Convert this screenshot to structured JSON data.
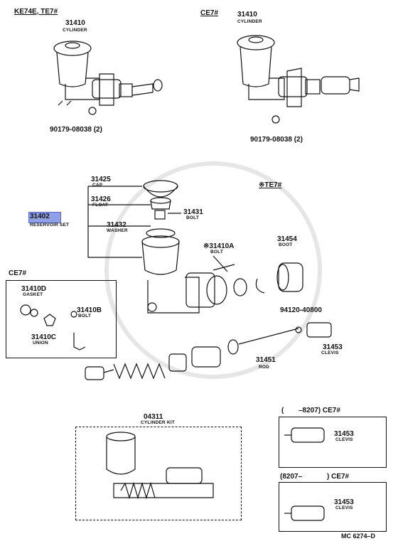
{
  "headers": {
    "top_left": "KE74E, TE7#",
    "top_right": "CE7#",
    "mid_right": "※TE7#",
    "left_box": "CE7#",
    "right_box1_left": "(",
    "right_box1_right": "–8207) CE7#",
    "right_box2_left": "(8207–",
    "right_box2_right": ") CE7#"
  },
  "parts": {
    "p31410_a": {
      "num": "31410",
      "name": "CYLINDER"
    },
    "p90179_a": {
      "num": "90179-08038 (2)"
    },
    "p31410_b": {
      "num": "31410",
      "name": "CYLINDER"
    },
    "p90179_b": {
      "num": "90179-08038 (2)"
    },
    "p31425": {
      "num": "31425",
      "name": "CAP"
    },
    "p31426": {
      "num": "31426",
      "name": "FLOAT"
    },
    "p31402": {
      "num": "31402",
      "name": "RESERVOIR SET"
    },
    "p31431": {
      "num": "31431",
      "name": "BOLT"
    },
    "p31432": {
      "num": "31432",
      "name": "WASHER"
    },
    "p31410A": {
      "num": "※31410A",
      "name": "BOLT"
    },
    "p31454": {
      "num": "31454",
      "name": "BOOT"
    },
    "p31410D": {
      "num": "31410D",
      "name": "GASKET"
    },
    "p31410B": {
      "num": "31410B",
      "name": "BOLT"
    },
    "p31410C": {
      "num": "31410C",
      "name": "UNION"
    },
    "p94120": {
      "num": "94120-40800"
    },
    "p31453_a": {
      "num": "31453",
      "name": "CLEVIS"
    },
    "p31451": {
      "num": "31451",
      "name": "ROD"
    },
    "p04311": {
      "num": "04311",
      "name": "CYLINDER KIT"
    },
    "p31453_b": {
      "num": "31453",
      "name": "CLEVIS"
    },
    "p31453_c": {
      "num": "31453",
      "name": "CLEVIS"
    }
  },
  "footer_code": "MC 6274–D",
  "colors": {
    "highlight": "#8fa0e8",
    "ink": "#111111"
  }
}
